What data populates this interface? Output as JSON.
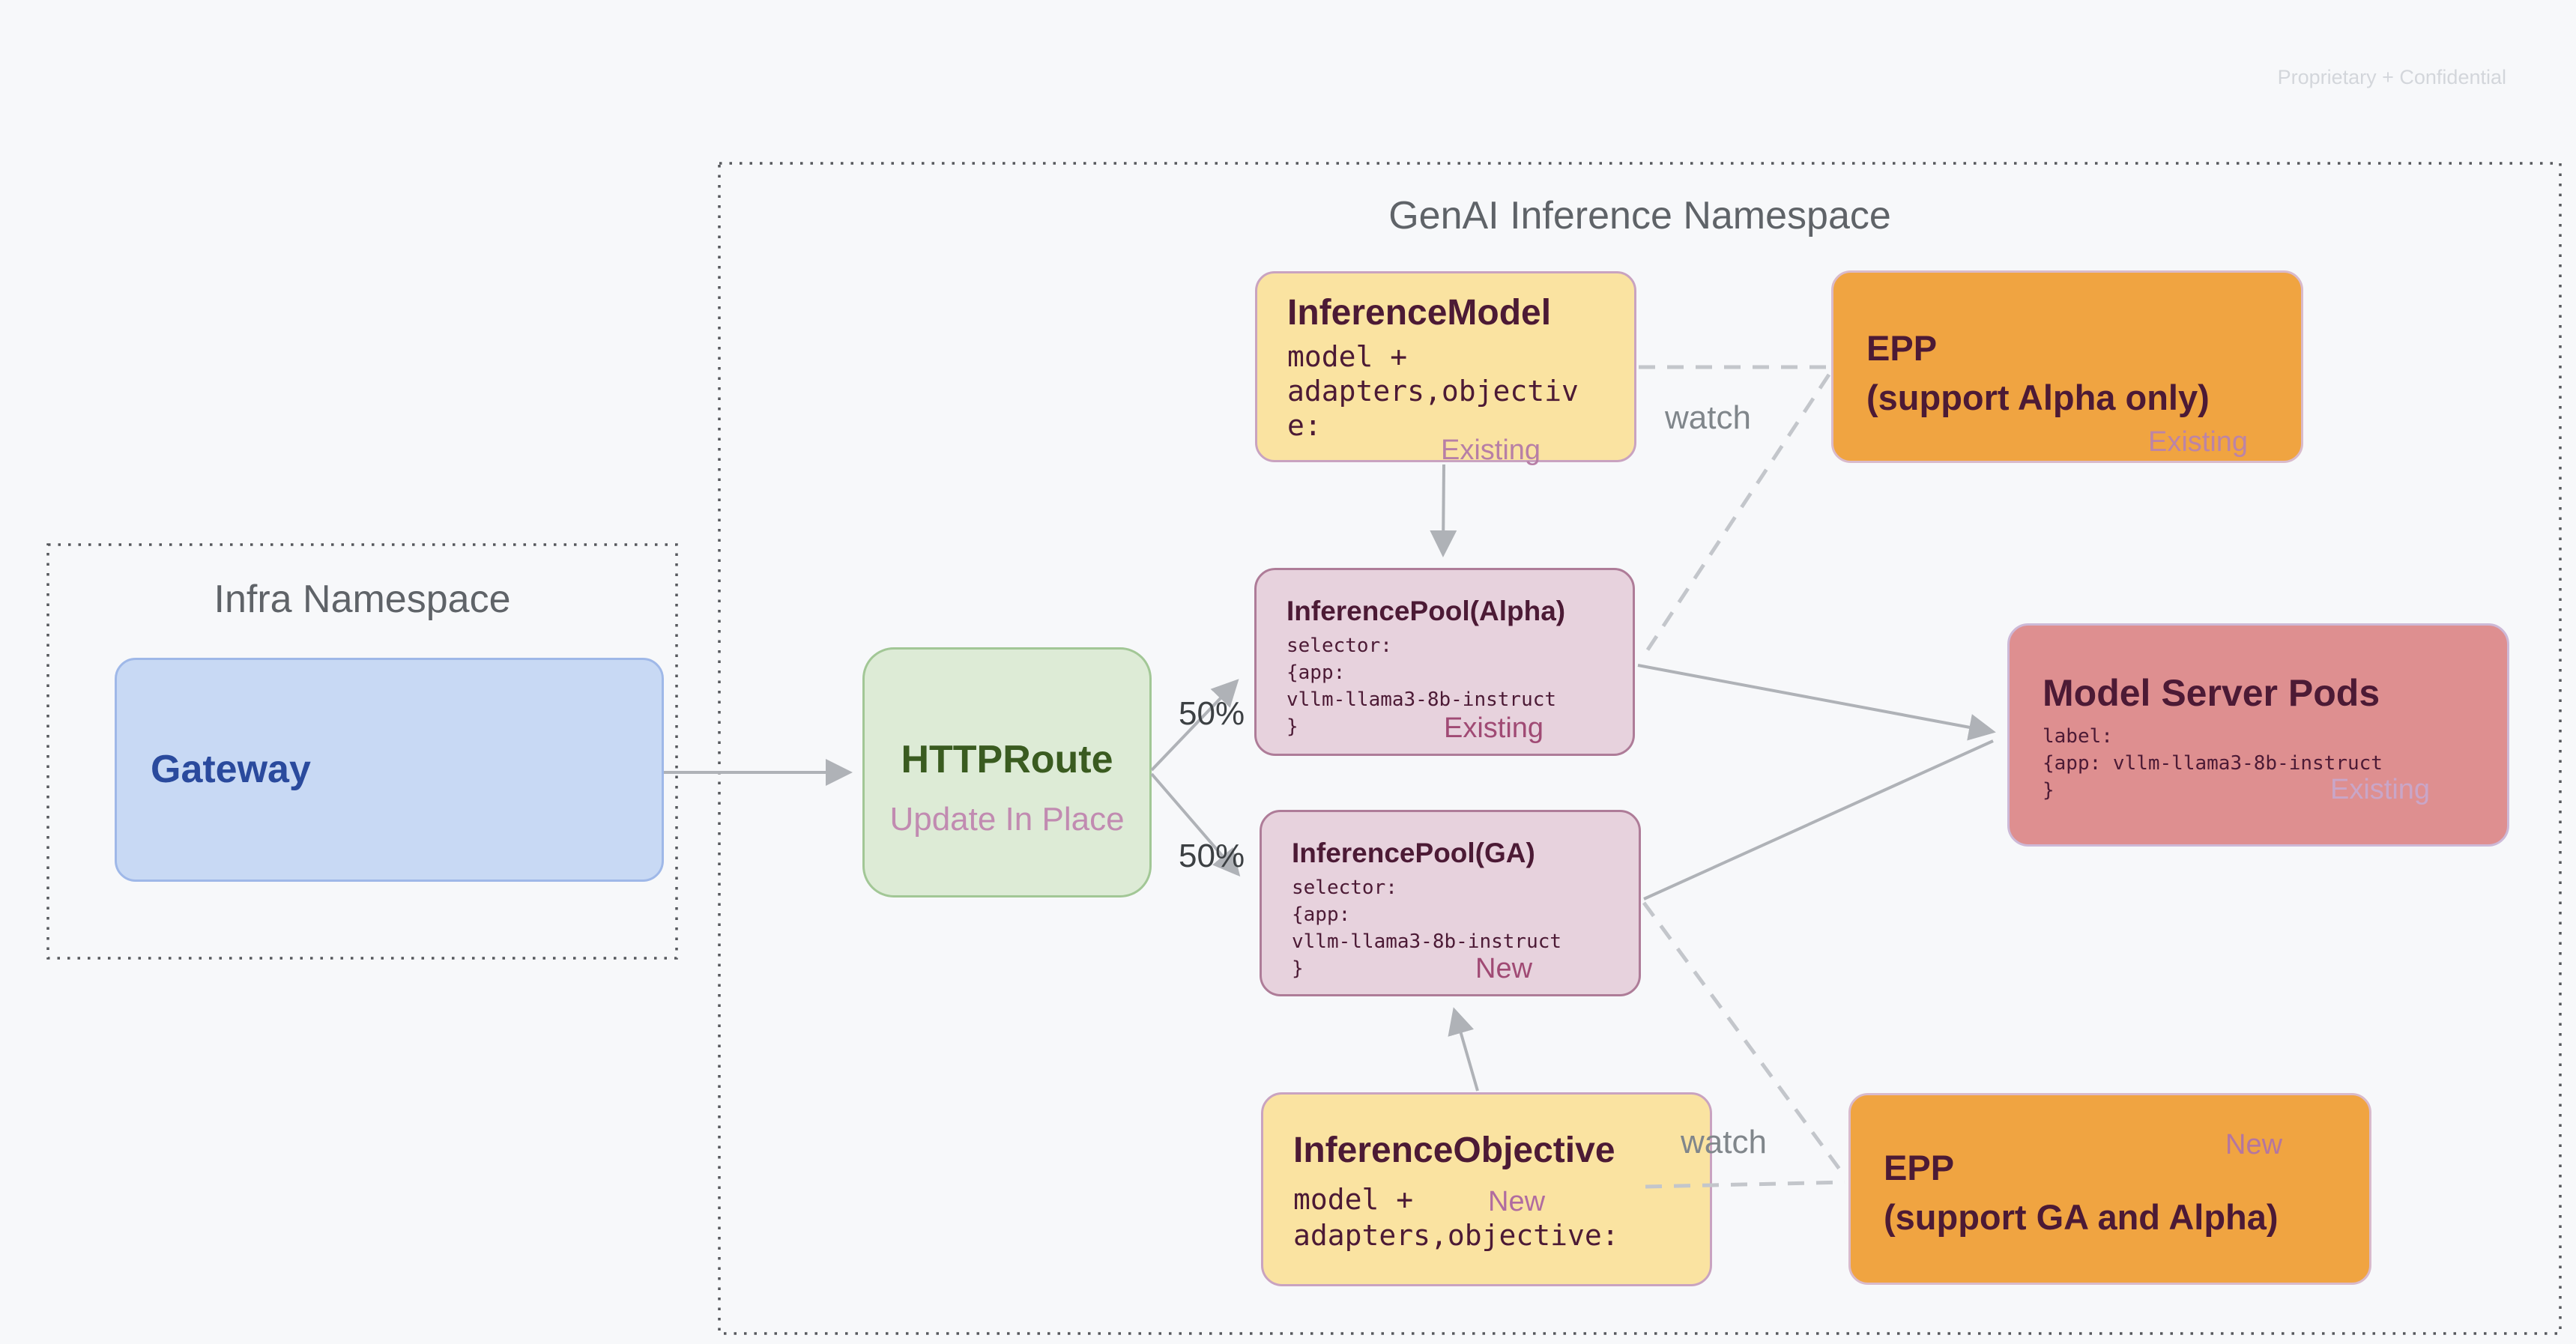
{
  "page": {
    "confidential": "Proprietary + Confidential"
  },
  "namespaces": {
    "genai": {
      "title": "GenAI Inference Namespace"
    },
    "infra": {
      "title": "Infra Namespace"
    }
  },
  "nodes": {
    "gateway": {
      "title": "Gateway"
    },
    "httproute": {
      "title": "HTTPRoute",
      "subtitle": "Update In Place"
    },
    "inference_model": {
      "title": "InferenceModel",
      "body": "model +\nadapters,objectiv\ne:",
      "tag": "Existing"
    },
    "epp_alpha": {
      "title": "EPP\n(support Alpha only)",
      "tag": "Existing"
    },
    "pool_alpha": {
      "title": "InferencePool(Alpha)",
      "body": "selector:\n{app:\nvllm-llama3-8b-instruct\n}",
      "tag": "Existing"
    },
    "pool_ga": {
      "title": "InferencePool(GA)",
      "body": "selector:\n{app:\nvllm-llama3-8b-instruct\n}",
      "tag": "New"
    },
    "model_server_pods": {
      "title": "Model Server Pods",
      "body": "label:\n{app: vllm-llama3-8b-instruct\n}",
      "tag": "Existing"
    },
    "inference_objective": {
      "title": "InferenceObjective",
      "body": "model +\nadapters,objective:",
      "tag": "New"
    },
    "epp_ga": {
      "title": "EPP\n(support GA and Alpha)",
      "tag": "New"
    }
  },
  "edges": {
    "weight_top": "50%",
    "weight_bottom": "50%",
    "watch_top": "watch",
    "watch_bottom": "watch"
  },
  "colors": {
    "background": "#f7f8fa",
    "yellow_fill": "#fae3a1",
    "orange_fill": "#f0a441",
    "pool_fill": "#e7d2dd",
    "pods_fill": "#de8f90",
    "green_fill": "#ddebd6",
    "blue_fill": "#c8d9f4",
    "dark_text": "#4c1a35",
    "tag_rose": "#a04a74",
    "tag_mauve": "#b77fa6",
    "connector_gray": "#afb2b7",
    "dashed_gray": "#c3c6cb",
    "namespace_text": "#5f6368"
  }
}
